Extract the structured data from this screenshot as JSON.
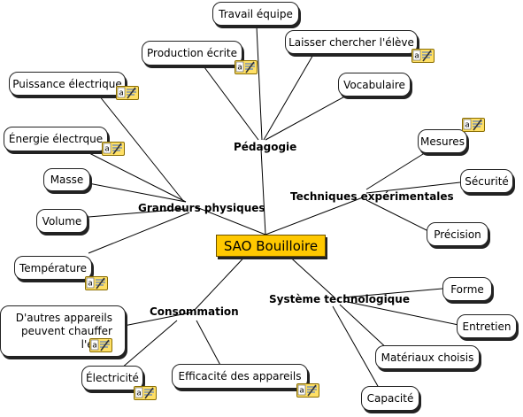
{
  "central": {
    "label": "SAO Bouilloire"
  },
  "branches": {
    "pedagogie": "Pédagogie",
    "grandeurs": "Grandeurs physiques",
    "techniques": "Techniques expérimentales",
    "consommation": "Consommation",
    "systeme": "Système technologique"
  },
  "nodes": {
    "travail": "Travail équipe",
    "production": "Production écrite",
    "laisser": "Laisser chercher l'élève",
    "vocabulaire": "Vocabulaire",
    "puissance": "Puissance électrique",
    "energie": "Énergie électrque",
    "masse": "Masse",
    "volume": "Volume",
    "temperature": "Température",
    "mesures": "Mesures",
    "securite": "Sécurité",
    "precision": "Précision",
    "autres_line1": "D'autres appareils",
    "autres_line2": "peuvent chauffer",
    "autres_line3": "l'eau?",
    "electricite": "Électricité",
    "efficacite": "Efficacité des appareils",
    "forme": "Forme",
    "entretien": "Entretien",
    "materiaux": "Matériaux choisis",
    "capacite": "Capacité"
  },
  "colors": {
    "central_fill": "#ffc800",
    "note_fill": "#ffe066",
    "line": "#000000"
  }
}
